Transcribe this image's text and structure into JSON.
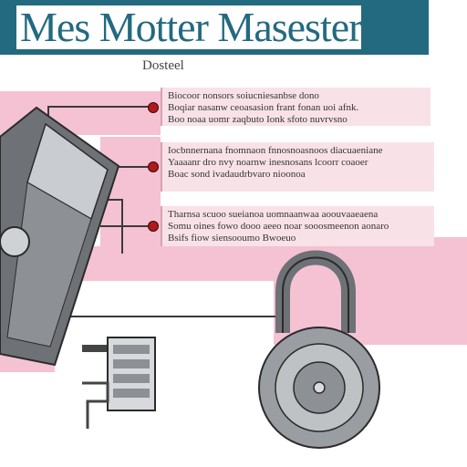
{
  "header": {
    "title": "Mes Motter Masesters"
  },
  "subtitle": "Dosteel",
  "callouts": [
    {
      "lines": [
        "Biocoor nonsors soiucniesanbse dono",
        "Boqiar nasanw ceoasasion frant fonan uoi afnk.",
        "Boo noaa uomr zaqbuto Ionk sfoto nuvrvsno"
      ]
    },
    {
      "lines": [
        "Iocbnnernana fnomnaon fnnosnoasnoos diacuaeniane",
        "Yaaaanr dro nvy noarnw inesnosans lcoorr coaoer",
        "Boac sond ivadaudrbvaro nioonoa"
      ]
    },
    {
      "lines": [
        "Tharnsa scuoo sueianoa uomnaanwaa aoouvaaeaena",
        "Somu oines fowo dooo aeeo noar sooosmeenon aonaro",
        "Bsifs fiow siensooumo Bwoeuo"
      ]
    }
  ],
  "colors": {
    "title_bar": "#236a80",
    "background_pink": "#f4c2d2",
    "callout_bg": "#f8e2e8",
    "dot_red": "#b01a1a",
    "device_gray": "#6e7176"
  }
}
